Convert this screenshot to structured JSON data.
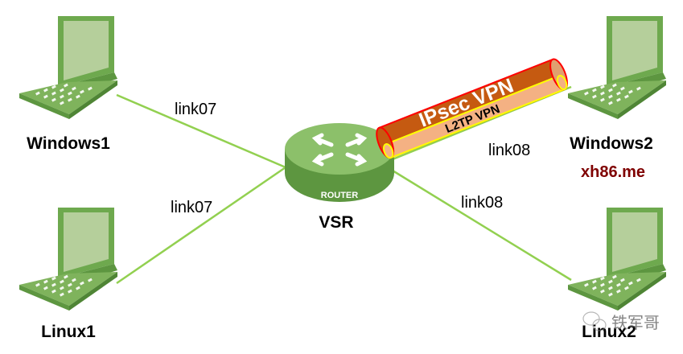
{
  "nodes": {
    "windows1": "Windows1",
    "linux1": "Linux1",
    "windows2": "Windows2",
    "linux2": "Linux2",
    "router": "VSR",
    "router_badge": "ROUTER"
  },
  "links": {
    "w1": "link07",
    "l1": "link07",
    "w2": "link08",
    "l2": "link08"
  },
  "tunnel": {
    "outer": "IPsec VPN",
    "inner": "L2TP VPN"
  },
  "watermark": {
    "site": "xh86.me",
    "account": "铁军哥"
  },
  "colors": {
    "link": "#92d050",
    "device": "#6ea94e",
    "tunnel_outer": "#c55a11",
    "tunnel_inner": "#f4b183",
    "site": "#7f0000"
  }
}
